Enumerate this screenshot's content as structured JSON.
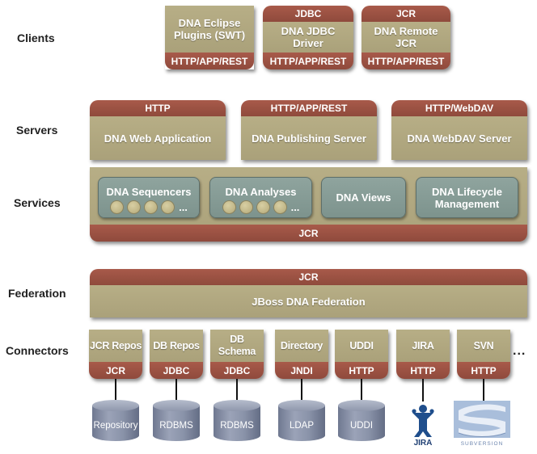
{
  "row_labels": {
    "clients": "Clients",
    "servers": "Servers",
    "services": "Services",
    "federation": "Federation",
    "connectors": "Connectors"
  },
  "clients": [
    {
      "header": "",
      "name": "DNA Eclipse\nPlugins (SWT)",
      "footer": "HTTP/APP/REST"
    },
    {
      "header": "JDBC",
      "name": "DNA JDBC\nDriver",
      "footer": "HTTP/APP/REST"
    },
    {
      "header": "JCR",
      "name": "DNA Remote\nJCR",
      "footer": "HTTP/APP/REST"
    }
  ],
  "servers": [
    {
      "header": "HTTP",
      "name": "DNA Web Application"
    },
    {
      "header": "HTTP/APP/REST",
      "name": "DNA Publishing Server"
    },
    {
      "header": "HTTP/WebDAV",
      "name": "DNA WebDAV Server"
    }
  ],
  "services": {
    "items": [
      {
        "name": "DNA Sequencers",
        "ellipsis": "..."
      },
      {
        "name": "DNA Analyses",
        "ellipsis": "..."
      },
      {
        "name": "DNA Views"
      },
      {
        "name": "DNA Lifecycle\nManagement"
      }
    ],
    "footer": "JCR"
  },
  "federation": {
    "header": "JCR",
    "name": "JBoss DNA Federation"
  },
  "connectors": {
    "items": [
      {
        "name": "JCR Repos",
        "protocol": "JCR",
        "target": "Repository"
      },
      {
        "name": "DB Repos",
        "protocol": "JDBC",
        "target": "RDBMS"
      },
      {
        "name": "DB Schema",
        "protocol": "JDBC",
        "target": "RDBMS"
      },
      {
        "name": "Directory",
        "protocol": "JNDI",
        "target": "LDAP"
      },
      {
        "name": "UDDI",
        "protocol": "HTTP",
        "target": "UDDI"
      },
      {
        "name": "JIRA",
        "protocol": "HTTP",
        "target": "JIRA"
      },
      {
        "name": "SVN",
        "protocol": "HTTP",
        "target": "SUBVERSION"
      }
    ],
    "more": "..."
  },
  "colors": {
    "tan": "#aea57d",
    "red": "#9a5041",
    "service": "#869b95",
    "cylinder": "#8a93a9"
  }
}
